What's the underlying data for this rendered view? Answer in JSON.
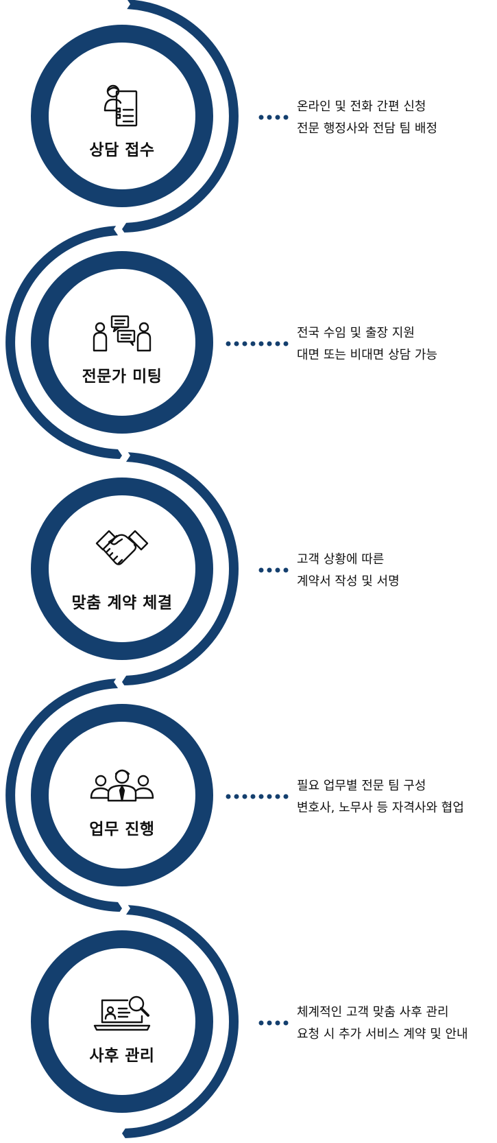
{
  "colors": {
    "navy": "#143f6e",
    "dark": "#111111",
    "white": "#ffffff"
  },
  "steps": [
    {
      "title": "상담 접수",
      "icon": "consultation-form-icon",
      "lines": [
        "온라인 및 전화 간편 신청",
        "전문 행정사와 전담 팀 배정"
      ]
    },
    {
      "title": "전문가 미팅",
      "icon": "expert-meeting-icon",
      "lines": [
        "전국 수임 및 출장 지원",
        "대면 또는 비대면 상담 가능"
      ]
    },
    {
      "title": "맞춤 계약 체결",
      "icon": "handshake-icon",
      "lines": [
        "고객 상황에 따른",
        "계약서 작성 및 서명"
      ]
    },
    {
      "title": "업무 진행",
      "icon": "team-icon",
      "lines": [
        "필요 업무별 전문 팀 구성",
        "변호사, 노무사 등 자격사와 협업"
      ]
    },
    {
      "title": "사후 관리",
      "icon": "laptop-search-icon",
      "lines": [
        "체계적인 고객 맞춤 사후 관리",
        "요청 시 추가 서비스 계약 및 안내"
      ]
    }
  ]
}
